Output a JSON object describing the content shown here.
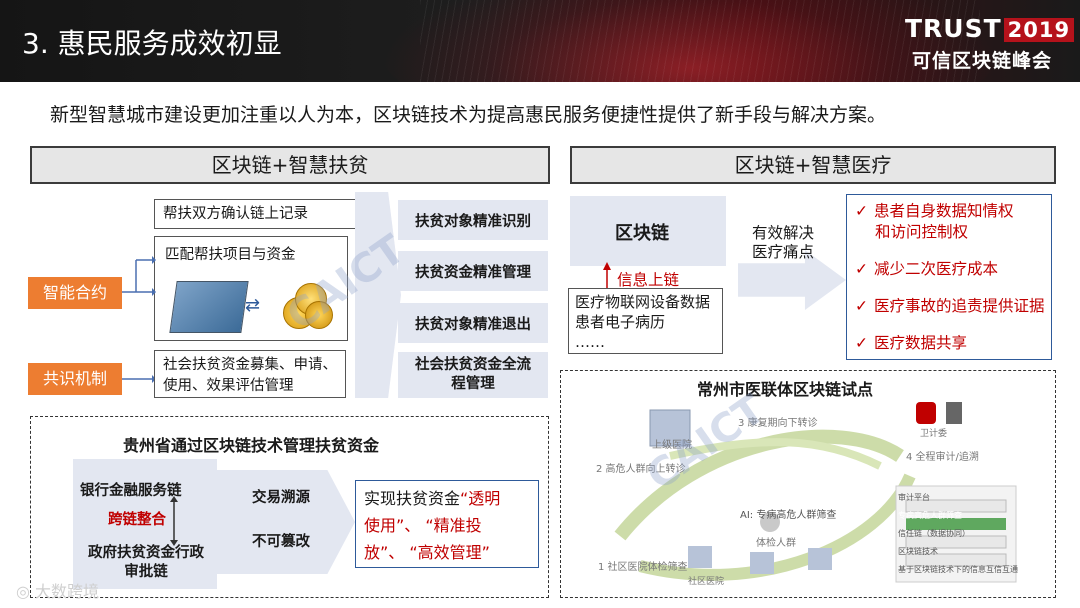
{
  "header": {
    "title": "3. 惠民服务成效初显",
    "logo_top": "TRUST",
    "logo_year": "2019",
    "logo_sub": "可信区块链峰会"
  },
  "intro": "新型智慧城市建设更加注重以人为本，区块链技术为提高惠民服务便捷性提供了新手段与解决方案。",
  "left": {
    "title": "区块链+智慧扶贫",
    "box1": "帮扶双方确认链上记录",
    "box2": "匹配帮扶项目与资金",
    "label_contract": "智能合约",
    "label_consensus": "共识机制",
    "box3_line1": "社会扶贫资金募集、申请、",
    "box3_line2": "使用、效果评估管理",
    "results": [
      "扶贫对象精准识别",
      "扶贫资金精准管理",
      "扶贫对象精准退出",
      "社会扶贫资金全流程管理"
    ],
    "guizhou": {
      "title": "贵州省通过区块链技术管理扶贫资金",
      "bank": "银行金融服务链",
      "cross": "跨链整合",
      "gov_line1": "政府扶贫资金行政",
      "gov_line2": "审批链",
      "trace": "交易溯源",
      "tamper": "不可篡改",
      "outcome_prefix": "实现扶贫资金",
      "outcome_q1": "“透明",
      "outcome_q2": "使用”、",
      "outcome_q3": "“精准投",
      "outcome_q4": "放”、",
      "outcome_q5": "“高效管理”"
    }
  },
  "right": {
    "title": "区块链+智慧医疗",
    "blockchain": "区块链",
    "onchain": "信息上链",
    "solve_line1": "有效解决",
    "solve_line2": "医疗痛点",
    "data_line1": "医疗物联网设备数据",
    "data_line2": "患者电子病历",
    "data_line3": "……",
    "benefits": [
      "患者自身数据知情权",
      "和访问控制权",
      "减少二次医疗成本",
      "医疗事故的追责提供证据",
      "医疗数据共享"
    ],
    "changzhou": {
      "title": "常州市医联体区块链试点",
      "n3": "3 康复期向下转诊",
      "n2": "2 高危人群向上转诊",
      "n1": "1 社区医院体检筛查",
      "n4": "4 全程审计/追溯",
      "upper": "上级医院",
      "ai": "AI: 专病高危人群筛查",
      "exam": "体检人群",
      "community": "社区医院",
      "health": "卫计委",
      "right_items": [
        "审计平台",
        "专病高危人群筛查",
        "信任链（数据协同）",
        "区块链技术",
        "基于区块链技术下的信息互信互通"
      ]
    }
  },
  "footer": {
    "brand": "大数跨境"
  },
  "colors": {
    "accent_red": "#c00000",
    "orange": "#ed7d31",
    "pill_bg": "#e3e7f1"
  }
}
